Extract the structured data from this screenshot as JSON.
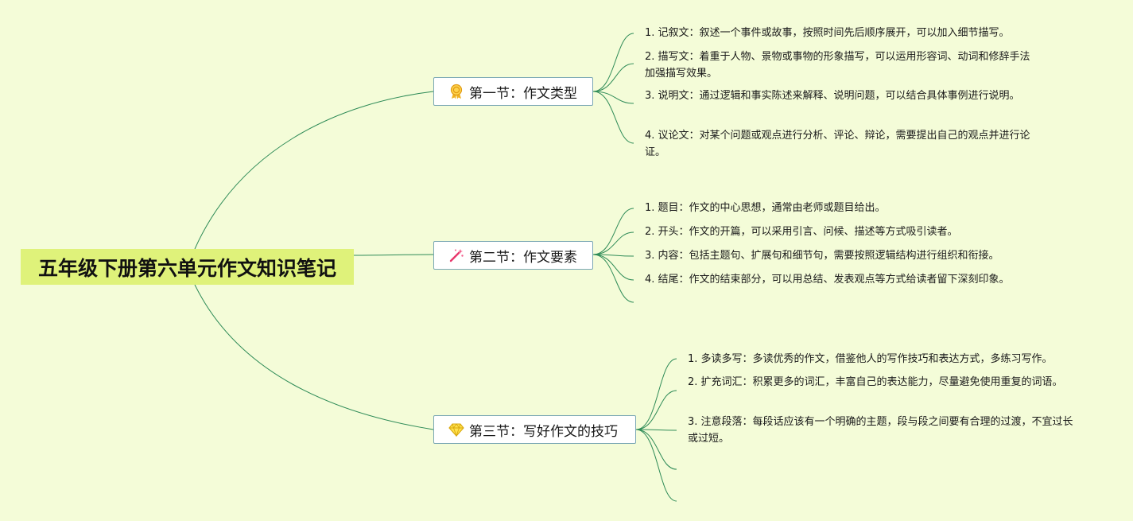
{
  "root": {
    "title": "五年级下册第六单元作文知识笔记"
  },
  "sections": [
    {
      "title": "第一节：作文类型",
      "icon": "award-badge-icon",
      "items": [
        "1. 记叙文：叙述一个事件或故事，按照时间先后顺序展开，可以加入细节描写。",
        "2. 描写文：着重于人物、景物或事物的形象描写，可以运用形容词、动词和修辞手法加强描写效果。",
        "3. 说明文：通过逻辑和事实陈述来解释、说明问题，可以结合具体事例进行说明。",
        "4. 议论文：对某个问题或观点进行分析、评论、辩论，需要提出自己的观点并进行论证。"
      ]
    },
    {
      "title": "第二节：作文要素",
      "icon": "magic-wand-sparkle-icon",
      "items": [
        "1. 题目：作文的中心思想，通常由老师或题目给出。",
        "2. 开头：作文的开篇，可以采用引言、问候、描述等方式吸引读者。",
        "3. 内容：包括主题句、扩展句和细节句，需要按照逻辑结构进行组织和衔接。",
        "4. 结尾：作文的结束部分，可以用总结、发表观点等方式给读者留下深刻印象。",
        ""
      ]
    },
    {
      "title": "第三节：写好作文的技巧",
      "icon": "gem-icon",
      "items": [
        "1. 多读多写：多读优秀的作文，借鉴他人的写作技巧和表达方式，多练习写作。",
        "2. 扩充词汇：积累更多的词汇，丰富自己的表达能力，尽量避免使用重复的词语。",
        "3. 注意段落：每段话应该有一个明确的主题，段与段之间要有合理的过渡，不宜过长或过短。",
        "",
        ""
      ]
    }
  ],
  "colors": {
    "background": "#f4fcd8",
    "root_fill": "#dff27a",
    "connector": "#2e8b57",
    "section_border": "#7aa7b4"
  }
}
